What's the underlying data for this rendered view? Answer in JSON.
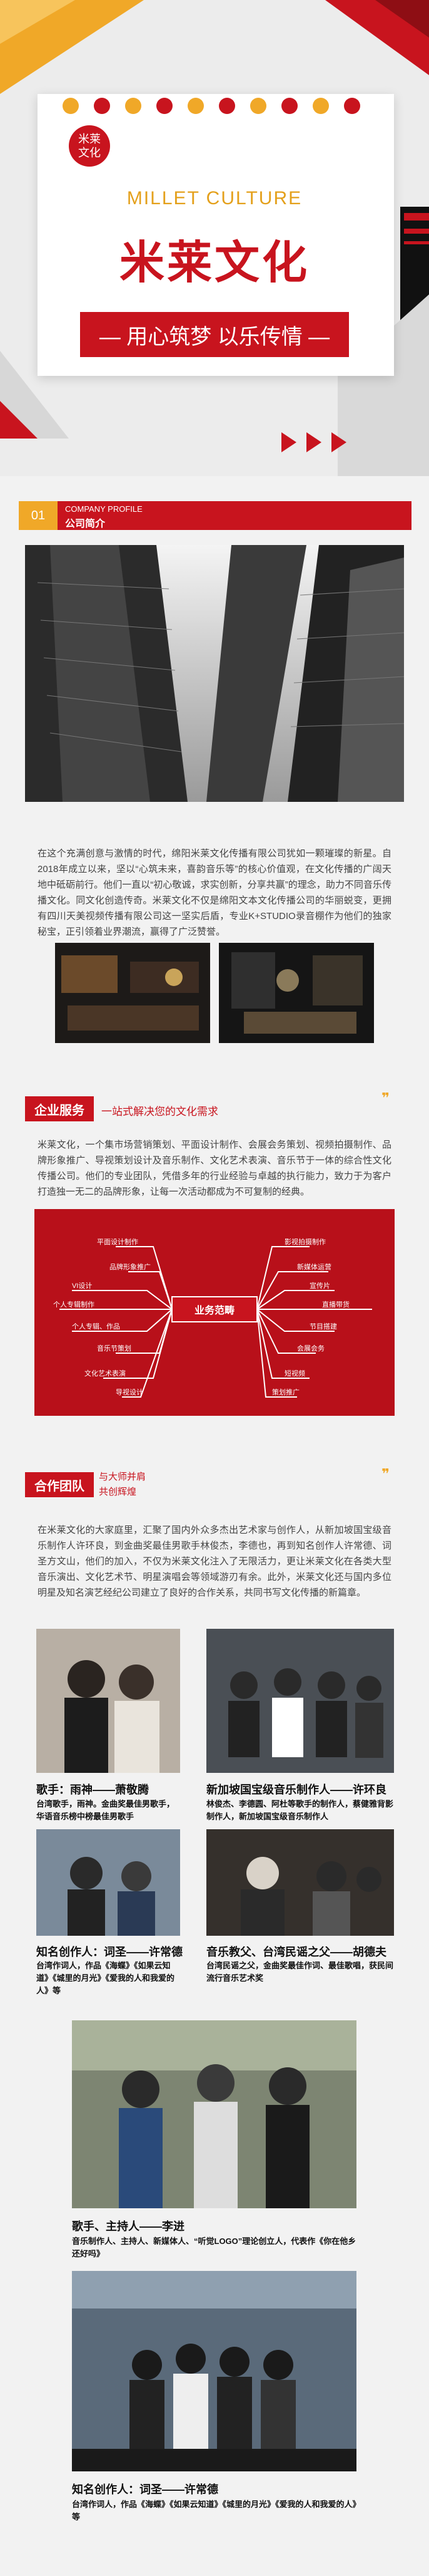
{
  "hero": {
    "seal": "米莱文化",
    "title_en": "MILLET CULTURE",
    "title_cn": "米莱文化",
    "slogan": "— 用心筑梦  以乐传情 —",
    "colors": {
      "brand_red": "#c8141e",
      "accent_orange": "#f0a828"
    }
  },
  "profile": {
    "num": "01",
    "label_en": "COMPANY PROFILE",
    "label_cn": "公司简介",
    "text": "在这个充满创意与激情的时代，绵阳米莱文化传播有限公司犹如一颗璀璨的新星。自2018年成立以来，坚以“心筑未来，喜韵音乐等”的核心价值观，在文化传播的广阔天地中砥砺前行。他们一直以“初心敬诚，求实创新，分享共赢”的理念，助力不同音乐传播文化。同文化创造传奇。米莱文化不仅是绵阳文本文化传播公司的华丽蜕变，更拥有四川天美视频传播有限公司这一坚实后盾，专业K+STUDIO录音棚作为他们的独家秘宝，正引领着业界潮流，赢得了广泛赞誉。"
  },
  "services": {
    "tag": "企业服务",
    "subtitle": "一站式解决您的文化需求",
    "text": "米莱文化，一个集市场营销策划、平面设计制作、会展会务策划、视频拍摄制作、品牌形象推广、导视策划设计及音乐制作、文化艺术表演、音乐节于一体的综合性文化传播公司。他们的专业团队，凭借多年的行业经验与卓越的执行能力，致力于为客户打造独一无二的品牌形象，让每一次活动都成为不可复制的经典。",
    "diagram": {
      "center": "业务范畴",
      "left": [
        "平面设计制作",
        "品牌形象推广",
        "VI设计",
        "个人专辑制作",
        "个人专辑、作品",
        "音乐节策划",
        "文化艺术表演",
        "导视设计"
      ],
      "right": [
        "影视拍摄制作",
        "新媒体运营",
        "宣传片",
        "直播带货",
        "节目搭建",
        "会展会务",
        "短视频",
        "策划推广"
      ]
    }
  },
  "team": {
    "tag": "合作团队",
    "subtitle_line1": "与大师并肩",
    "subtitle_line2": "共创辉煌",
    "text": "在米莱文化的大家庭里，汇聚了国内外众多杰出艺术家与创作人，从新加坡国宝级音乐制作人许环良，到金曲奖最佳男歌手林俊杰，李德也，再到知名创作人许常德、词圣方文山，他们的加入，不仅为米莱文化注入了无限活力，更让米莱文化在各类大型音乐演出、文化艺术节、明星演唱会等领域游刃有余。此外，米莱文化还与国内多位明星及知名演艺经纪公司建立了良好的合作关系，共同书写文化传播的新篇章。",
    "members": [
      {
        "title": "歌手：雨神——萧敬腾",
        "desc": "台湾歌手，雨神。金曲奖最佳男歌手，华语音乐榜中榜最佳男歌手"
      },
      {
        "title": "新加坡国宝级音乐制作人——许环良",
        "desc": "林俊杰、李德圆、阿杜等歌手的制作人，蔡健雅背影制作人，新加坡国宝级音乐制作人"
      },
      {
        "title": "知名创作人：词圣——许常德",
        "desc": "台湾作词人，作品《海蝶》《如果云知道》《城里的月光》《爱我的人和我爱的人》等"
      },
      {
        "title": "音乐教父、台湾民谣之父——胡德夫",
        "desc": "台湾民谣之父，金曲奖最佳作词、最佳歌唱，获民间流行音乐艺术奖"
      },
      {
        "title": "歌手、主持人——李进",
        "desc": "音乐制作人、主持人、新媒体人、“听觉LOGO”理论创立人，代表作《你在他乡还好吗》"
      },
      {
        "title": "知名创作人：词圣——许常德",
        "desc": "台湾作词人，作品《海蝶》《如果云知道》《城里的月光》《爱我的人和我爱的人》等"
      }
    ]
  }
}
